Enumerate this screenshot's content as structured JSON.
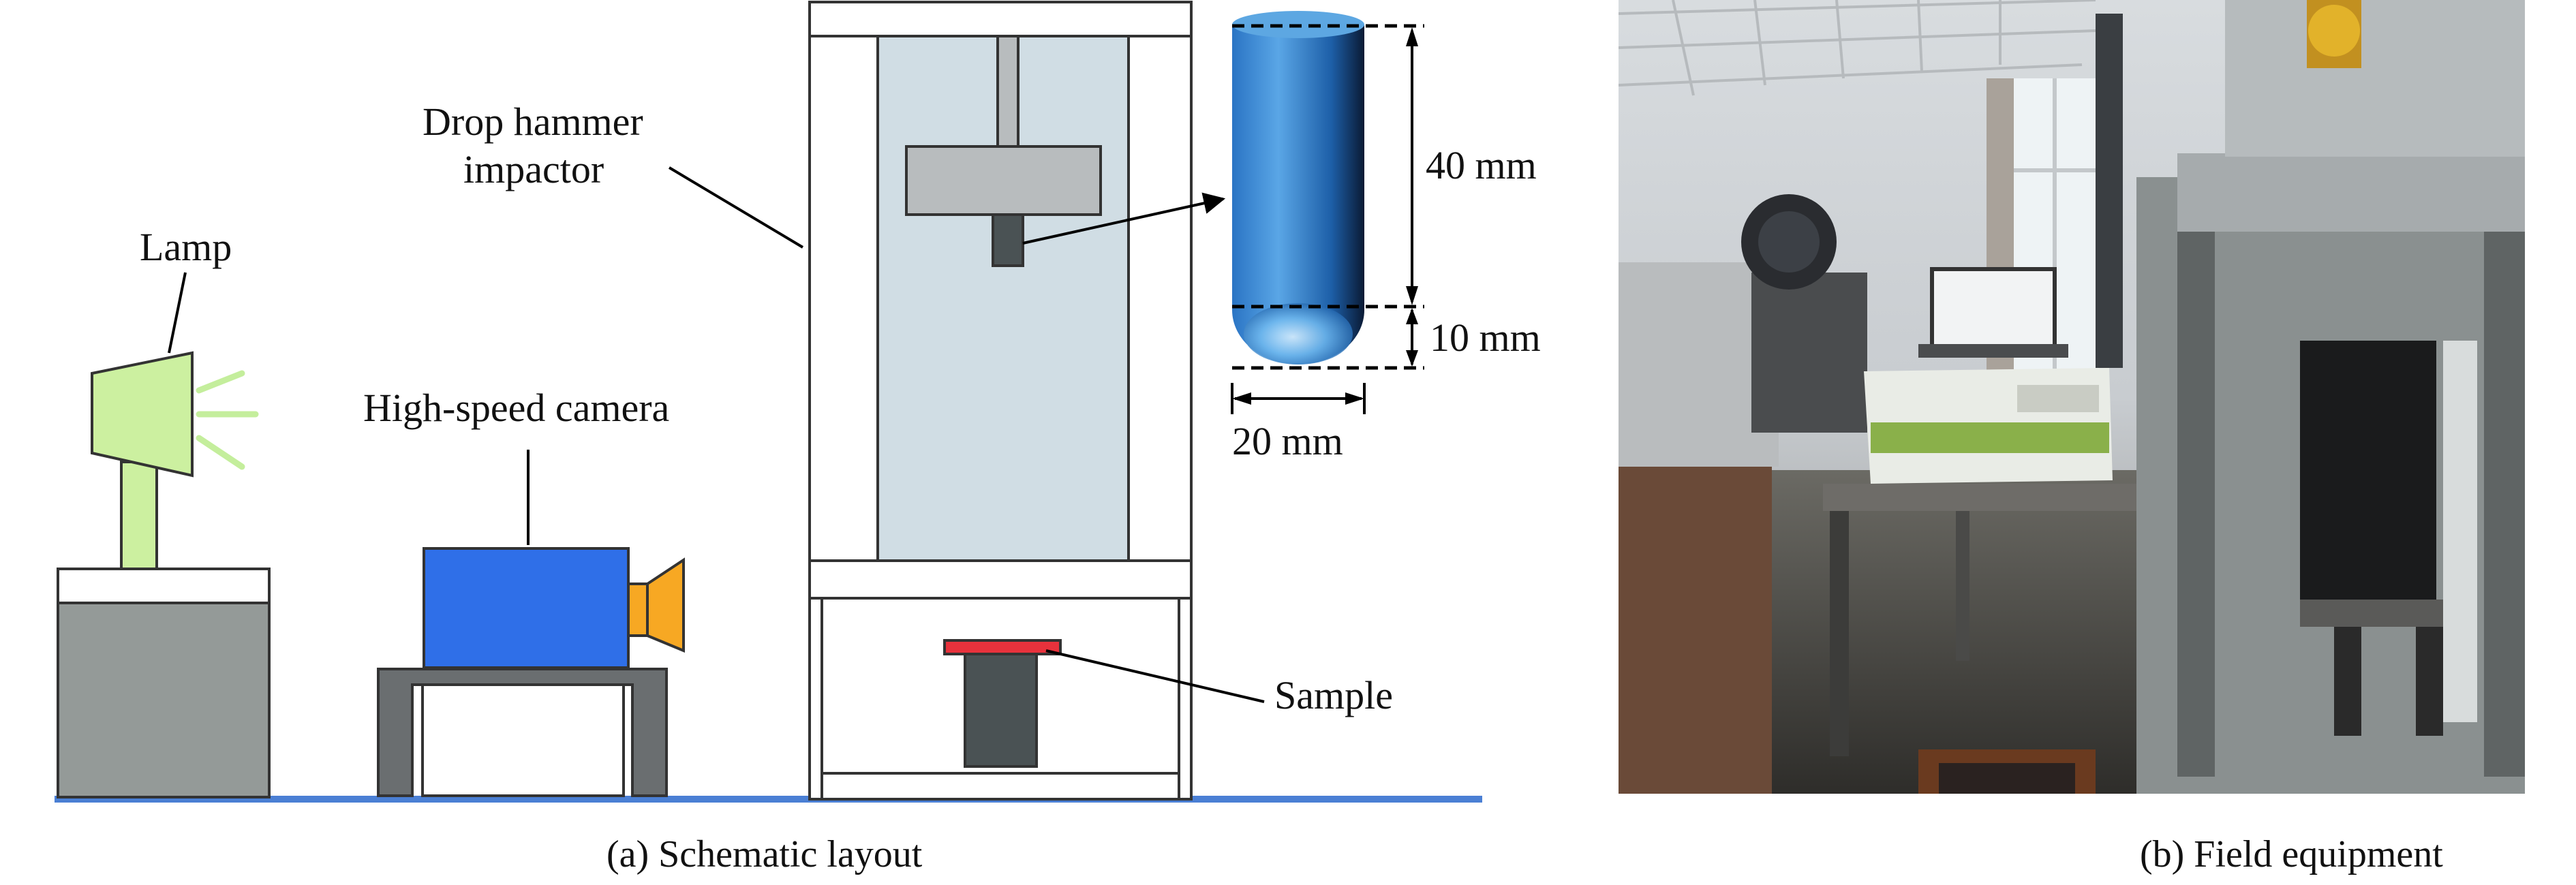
{
  "panel_a": {
    "caption": "(a) Schematic layout",
    "labels": {
      "lamp": "Lamp",
      "camera": "High-speed camera",
      "impactor_line1": "Drop hammer",
      "impactor_line2": "impactor",
      "sample": "Sample",
      "dim_height": "40 mm",
      "dim_tip": "10 mm",
      "dim_width": "20 mm"
    },
    "colors": {
      "lamp": "#ccf0a0",
      "camera_body": "#2f6fe8",
      "camera_lens": "#f7a823",
      "sample": "#e8323c",
      "floor": "#4a7fd4",
      "frame_inner": "#d0dde4",
      "impactor_tip": "#1e6fb8"
    }
  },
  "panel_b": {
    "caption": "(b) Field equipment"
  }
}
